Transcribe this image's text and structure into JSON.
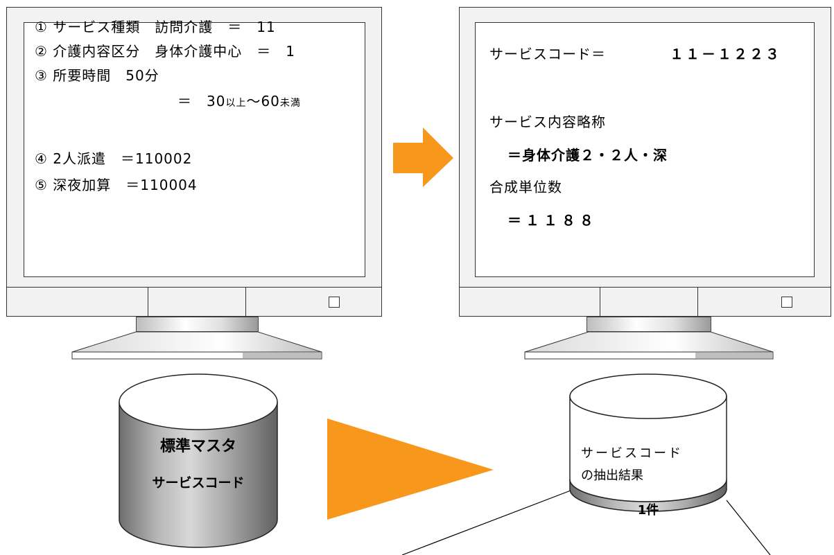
{
  "input_screen": {
    "lines": [
      "① サービス種類　訪問介護　＝　11",
      "② 介護内容区分　身体介護中心　＝　1",
      "③ 所要時間　50分",
      "",
      "④ 2人派遣　＝110002",
      "⑤ 深夜加算　＝110004"
    ],
    "time_range_prefix": "＝　30",
    "time_range_small1": "以上",
    "time_range_mid": "～60",
    "time_range_small2": "未満"
  },
  "result_screen": {
    "service_code_label": "サービスコード＝",
    "service_code_value": "１１－１２２３",
    "abbrev_label": "サービス内容略称",
    "abbrev_value": "＝身体介護２・２人・深",
    "units_label": "合成単位数",
    "units_value": "＝１１８８"
  },
  "master_db": {
    "line1": "標準マスタ",
    "line2": "サービスコード"
  },
  "result_db": {
    "line1": "サービスコード",
    "line2": "の抽出結果",
    "count": "1件"
  },
  "colors": {
    "arrow_orange": "#F7981D",
    "cylinder_gray": "#9e9e9e",
    "frame_gray": "#f2f2f2"
  }
}
